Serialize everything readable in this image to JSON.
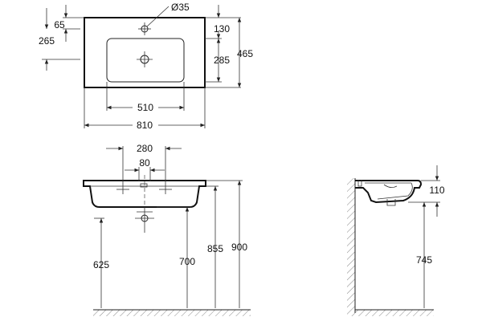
{
  "top_view": {
    "hole_diameter": "Ø35",
    "dim_65": "65",
    "dim_265": "265",
    "dim_130": "130",
    "dim_285": "285",
    "dim_465": "465",
    "dim_510": "510",
    "dim_810": "810"
  },
  "front_view": {
    "dim_280": "280",
    "dim_80": "80",
    "dim_625": "625",
    "dim_700": "700",
    "dim_855": "855",
    "dim_900": "900"
  },
  "side_view": {
    "dim_110": "110",
    "dim_745": "745"
  }
}
